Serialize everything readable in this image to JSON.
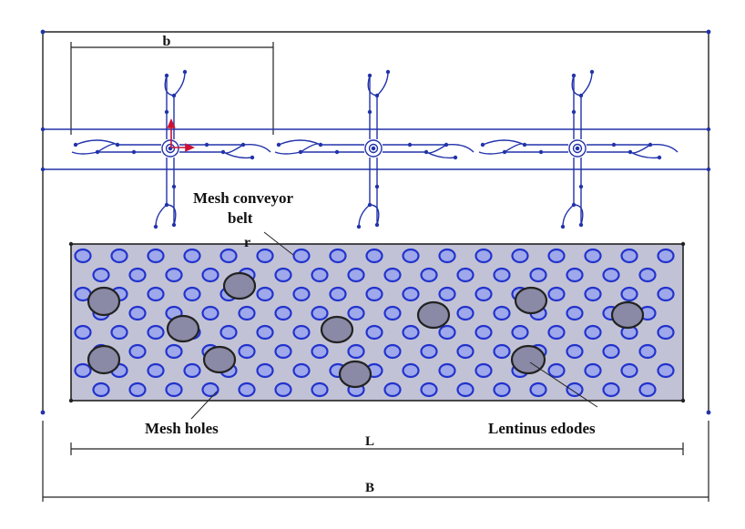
{
  "labels": {
    "b": "b",
    "r": "r",
    "mesh_belt_line1": "Mesh conveyor",
    "mesh_belt_line2": "belt",
    "mesh_holes": "Mesh holes",
    "lentinus": "Lentinus edodes",
    "L": "L",
    "B": "B"
  },
  "colors": {
    "rotor": "#2233aa",
    "frame": "#222222",
    "belt_fill": "#c2c2d6",
    "hole_fill": "#9ea8ea",
    "hole_stroke": "#2233cc",
    "mushroom_fill": "#8a8aa6",
    "mushroom_stroke": "#222222",
    "axis_arrow": "#cc1133"
  },
  "rotors": [
    {
      "name": "rotor-1"
    },
    {
      "name": "rotor-2"
    },
    {
      "name": "rotor-3"
    }
  ],
  "mushrooms": [
    {
      "name": "mushroom-1"
    },
    {
      "name": "mushroom-2"
    },
    {
      "name": "mushroom-3"
    },
    {
      "name": "mushroom-4"
    },
    {
      "name": "mushroom-5"
    },
    {
      "name": "mushroom-6"
    },
    {
      "name": "mushroom-7"
    },
    {
      "name": "mushroom-8"
    },
    {
      "name": "mushroom-9"
    },
    {
      "name": "mushroom-10"
    },
    {
      "name": "mushroom-11"
    }
  ]
}
